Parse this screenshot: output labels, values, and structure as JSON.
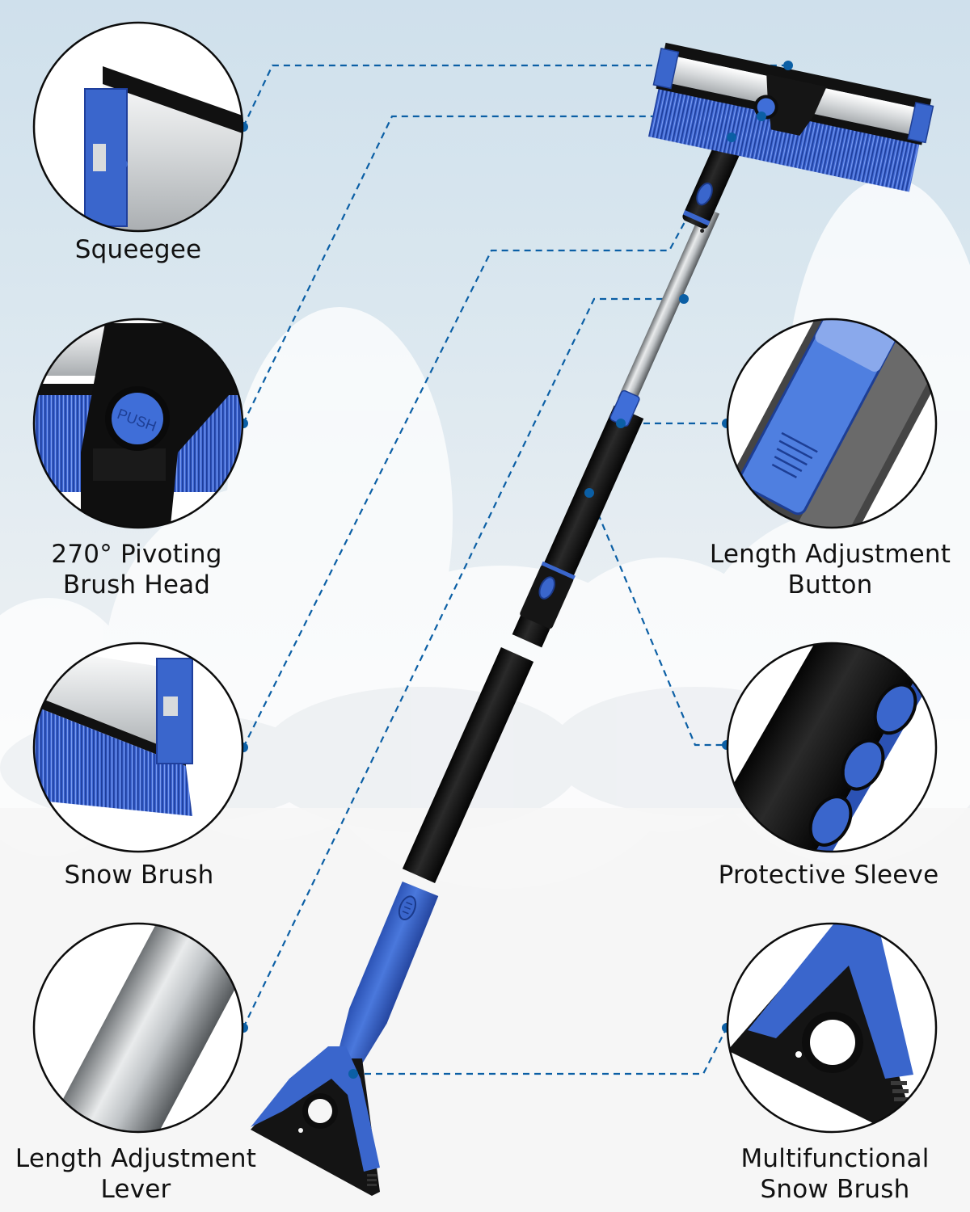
{
  "infographic": {
    "subject": "Telescoping snow brush with squeegee and ice scraper",
    "accent_color": "#0b5fa5",
    "product_blue": "#3a66cc",
    "callouts": [
      {
        "id": "squeegee",
        "side": "left",
        "lines": [
          "Squeegee"
        ]
      },
      {
        "id": "pivoting-head",
        "side": "left",
        "lines": [
          "270° Pivoting",
          "Brush Head"
        ]
      },
      {
        "id": "snow-brush",
        "side": "left",
        "lines": [
          "Snow Brush"
        ]
      },
      {
        "id": "adjustment-lever",
        "side": "left",
        "lines": [
          "Length Adjustment",
          "Lever"
        ]
      },
      {
        "id": "adjustment-button",
        "side": "right",
        "lines": [
          "Length Adjustment",
          "Button"
        ]
      },
      {
        "id": "protective-sleeve",
        "side": "right",
        "lines": [
          "Protective Sleeve"
        ]
      },
      {
        "id": "multifunctional-brush",
        "side": "right",
        "lines": [
          "Multifunctional",
          "Snow Brush"
        ]
      }
    ],
    "push_button_text": "PUSH"
  }
}
